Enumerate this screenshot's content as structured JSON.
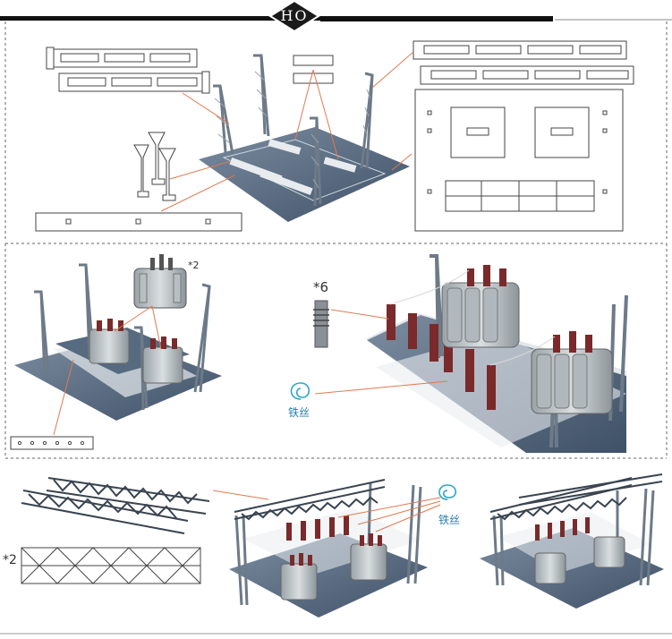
{
  "header": {
    "scale_badge": "HO"
  },
  "section2": {
    "transformer_qty": "*2",
    "insulator_qty": "*6",
    "wire_label": "铁丝"
  },
  "section3": {
    "truss_qty": "*2",
    "wire_label": "铁丝"
  },
  "colors": {
    "line": "#333333",
    "dash": "#666666",
    "base": "#5a6f86",
    "tower": "#6d7a88",
    "leader": "#e07a50",
    "insulator": "#7a2a2a",
    "wire_icon": "#2fa5c9"
  }
}
